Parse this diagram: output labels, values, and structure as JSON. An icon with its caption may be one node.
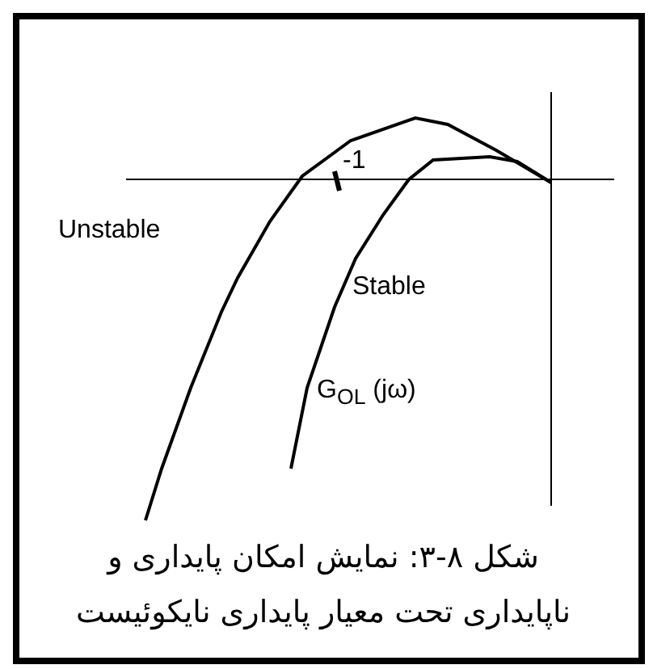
{
  "diagram": {
    "caption": "شکل ۸-۳: نمایش امکان پایداری و ناپایداری تحت معیار پایداری نایکوئیست",
    "labels": [
      "-1",
      "Unstable",
      "Stable",
      "G$_{OL}$ (jω)"
    ]
  }
}
